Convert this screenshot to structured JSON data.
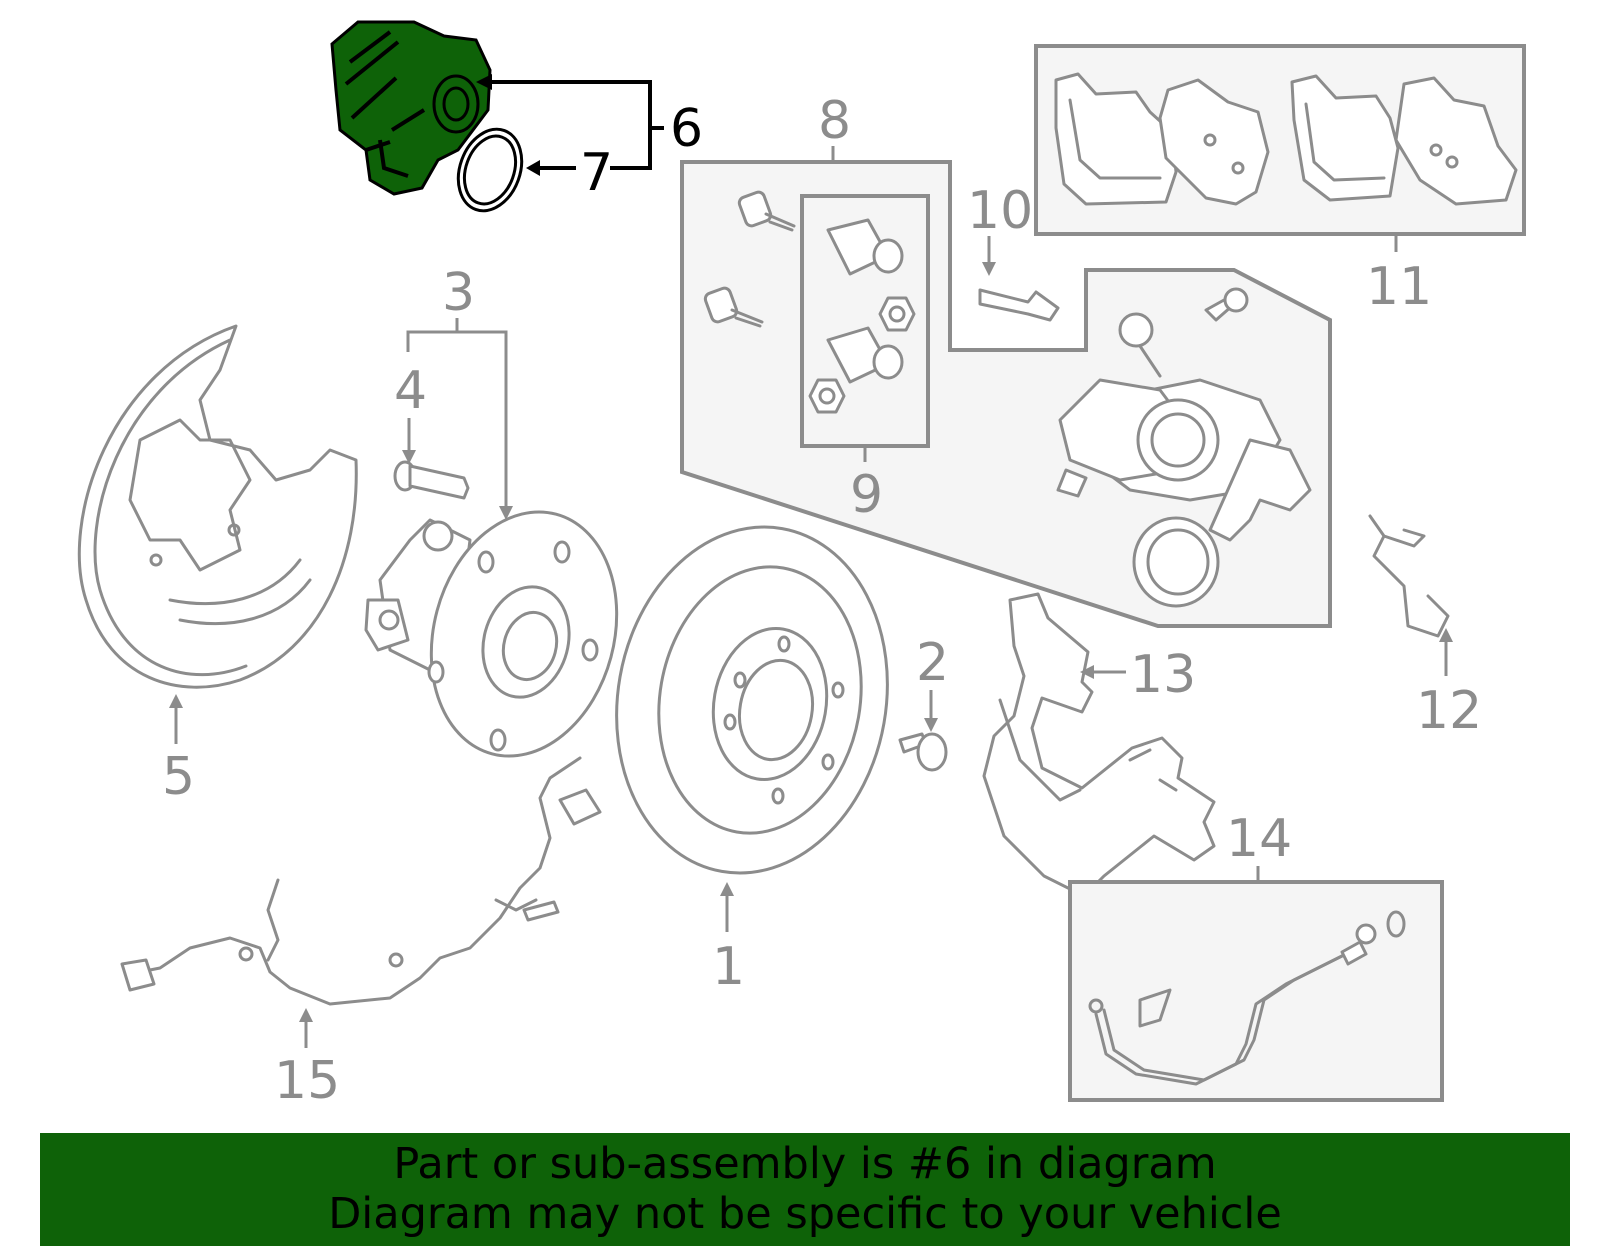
{
  "callouts": [
    "1",
    "2",
    "3",
    "4",
    "5",
    "6",
    "7",
    "8",
    "9",
    "10",
    "11",
    "12",
    "13",
    "14",
    "15"
  ],
  "highlight": {
    "part_number": "6",
    "color": "#0e6208"
  },
  "banner": {
    "line1": "Part or sub-assembly is #6 in diagram",
    "line2": "Diagram may not be specific to your vehicle",
    "background": "#0e6208"
  },
  "parts": [
    {
      "id": "1",
      "name": "brake-rotor"
    },
    {
      "id": "2",
      "name": "rotor-screw"
    },
    {
      "id": "3",
      "name": "hub-and-bearing-assembly"
    },
    {
      "id": "4",
      "name": "wheel-stud"
    },
    {
      "id": "5",
      "name": "backing-plate"
    },
    {
      "id": "6",
      "name": "caliper-motor"
    },
    {
      "id": "7",
      "name": "o-ring"
    },
    {
      "id": "8",
      "name": "caliper-assembly"
    },
    {
      "id": "9",
      "name": "caliper-bolt-kit"
    },
    {
      "id": "10",
      "name": "guide-pin"
    },
    {
      "id": "11",
      "name": "brake-pads"
    },
    {
      "id": "12",
      "name": "hose-clip"
    },
    {
      "id": "13",
      "name": "caliper-bracket"
    },
    {
      "id": "14",
      "name": "brake-hose-kit"
    },
    {
      "id": "15",
      "name": "abs-sensor"
    }
  ]
}
